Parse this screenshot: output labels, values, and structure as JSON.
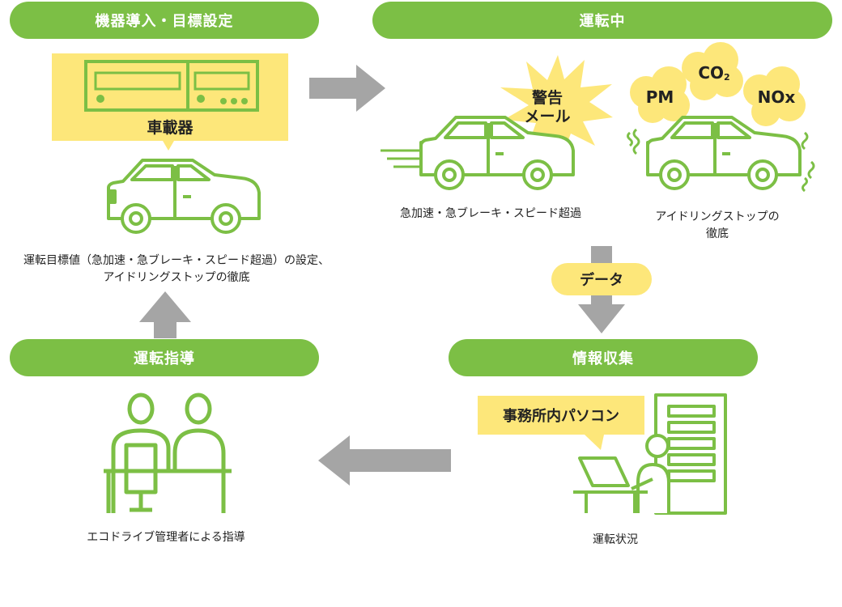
{
  "steps": {
    "step1": "機器導入・目標設定",
    "step2": "運転中",
    "step3": "情報収集",
    "step4": "運転指導"
  },
  "device_label": "車載器",
  "alert_label_line1": "警告",
  "alert_label_line2": "メール",
  "emissions": {
    "pm": "PM",
    "co2_main": "CO",
    "co2_sub": "2",
    "nox": "NOx"
  },
  "captions": {
    "speeding": "急加速・急ブレーキ・スピード超過",
    "idling_line1": "アイドリングストップの",
    "idling_line2": "徹底",
    "goal_line1": "運転目標値（急加速・急ブレーキ・スピード超過）の設定、",
    "goal_line2": "アイドリングストップの徹底",
    "guidance": "エコドライブ管理者による指導",
    "status": "運転状況"
  },
  "data_label": "データ",
  "pc_label": "事務所内パソコン",
  "colors": {
    "green": "#7cbf45",
    "yellow": "#fde77a",
    "gray": "#a5a5a5"
  }
}
